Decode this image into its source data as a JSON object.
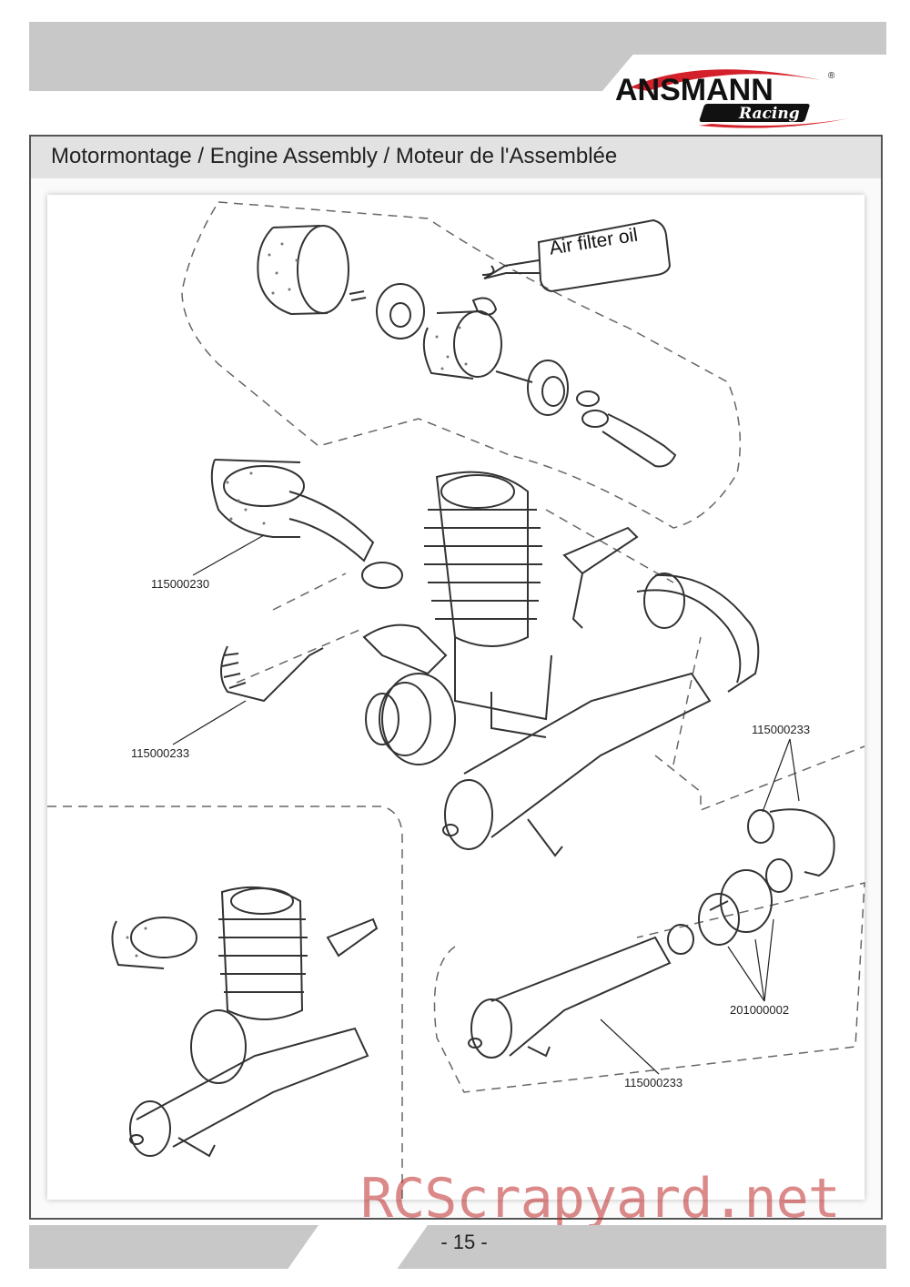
{
  "header": {
    "brand": "ANSMANN",
    "brand_sub": "Racing",
    "title": "Motormontage / Engine Assembly / Moteur de l'Assemblée"
  },
  "diagram": {
    "oil_label": "Air filter oil",
    "parts": [
      {
        "id": "part-1",
        "number": "115000230"
      },
      {
        "id": "part-2",
        "number": "115000233"
      },
      {
        "id": "part-3",
        "number": "115000233"
      },
      {
        "id": "part-4",
        "number": "201000002"
      },
      {
        "id": "part-5",
        "number": "115000233"
      }
    ]
  },
  "footer": {
    "page_number": "- 15 -",
    "watermark": "RCScrapyard.net"
  },
  "colors": {
    "band": "#c8c8c8",
    "logo_red": "#d4202a",
    "watermark": "#be2828"
  }
}
